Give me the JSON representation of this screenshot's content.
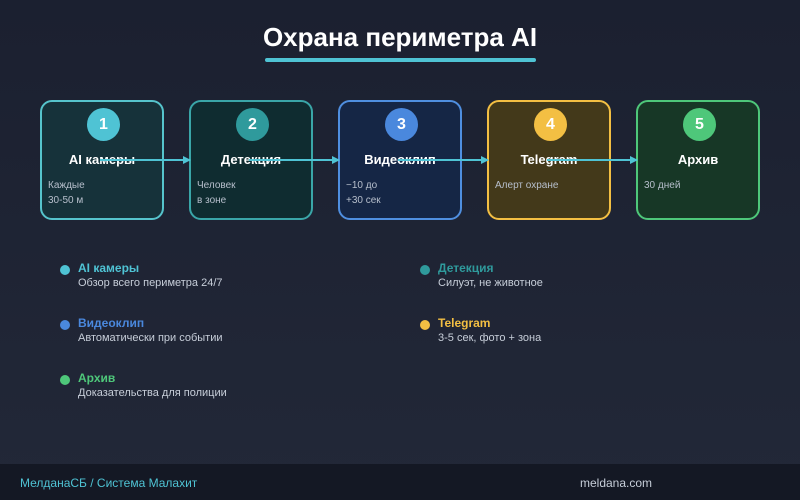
{
  "title": "Охрана периметра AI",
  "steps": [
    {
      "number": "1",
      "label": "AI камеры",
      "description": "Каждые 30-50 м"
    },
    {
      "number": "2",
      "label": "Детекция",
      "description": "Человек в зоне"
    },
    {
      "number": "3",
      "label": "Видеоклип",
      "description": "−10 до +30 сек"
    },
    {
      "number": "4",
      "label": "Telegram",
      "description": "Алерт охране"
    },
    {
      "number": "5",
      "label": "Архив",
      "description": "30 дней"
    }
  ],
  "legend": [
    {
      "title": "AI камеры",
      "text": "Обзор всего периметра 24/7",
      "color": "#4fc3d4"
    },
    {
      "title": "Детекция",
      "text": "Силуэт, не животное",
      "color": "#2f9a9c"
    },
    {
      "title": "Видеоклип",
      "text": "Автоматически при событии",
      "color": "#4a88dd"
    },
    {
      "title": "Telegram",
      "text": "3-5 сек, фото + зона",
      "color": "#f3bf43"
    },
    {
      "title": "Архив",
      "text": "Доказательства для полиции",
      "color": "#4ec77a"
    }
  ],
  "footer": {
    "left": "МелданаСБ / Система Малахит",
    "right": "meldana.com"
  },
  "colors": {
    "accent": "#4fc3d4",
    "background": "#1b2030",
    "footer_background": "#141824"
  }
}
